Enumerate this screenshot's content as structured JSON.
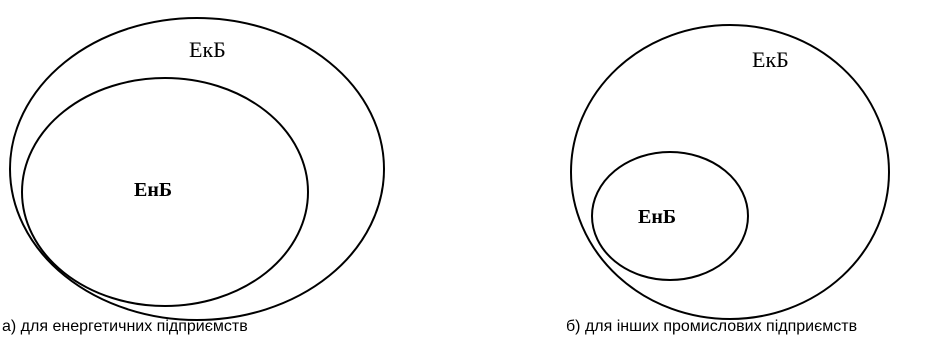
{
  "diagrams": [
    {
      "outer_label": "ЕкБ",
      "inner_label": "ЕнБ",
      "caption": "а) для енергетичних підприємств"
    },
    {
      "outer_label": "ЕкБ",
      "inner_label": "ЕнБ",
      "caption": "б) для інших промислових підприємств"
    }
  ],
  "colors": {
    "stroke": "#000000",
    "background": "#ffffff"
  }
}
